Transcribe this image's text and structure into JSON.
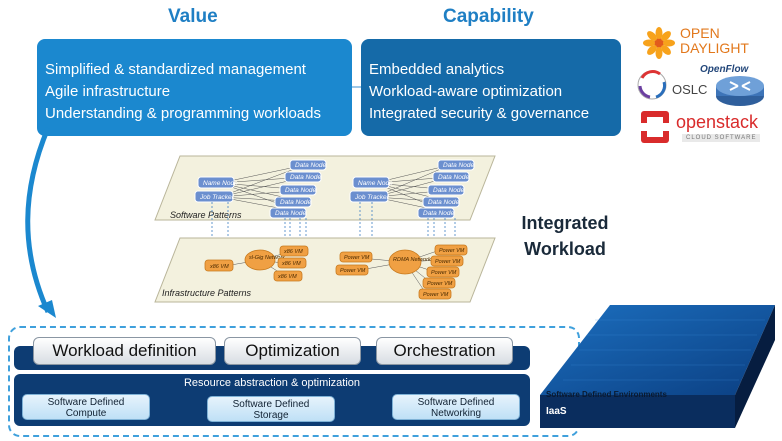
{
  "headings": {
    "value": "Value",
    "capability": "Capability"
  },
  "value_items": [
    "Simplified & standardized management",
    "Agile infrastructure",
    "Understanding & programming workloads"
  ],
  "capability_items": [
    "Embedded analytics",
    "Workload-aware optimization",
    "Integrated security & governance"
  ],
  "logos": {
    "opendaylight": [
      "OPEN",
      "DAYLIGHT"
    ],
    "openflow": "OpenFlow",
    "oslc": "OSLC",
    "openstack": "openstack",
    "openstack_sub": "CLOUD SOFTWARE"
  },
  "integrated_workload": [
    "Integrated",
    "Workload"
  ],
  "software_patterns": {
    "label": "Software Patterns",
    "left": {
      "name_node": "Name Node",
      "job_tracker": "Job Tracker",
      "data_nodes": [
        "Data Node",
        "Data Node",
        "Data Node",
        "Data Node",
        "Data Node"
      ]
    },
    "right": {
      "name_node": "Name Node",
      "job_tracker": "Job Tracker",
      "data_nodes": [
        "Data Node",
        "Data Node",
        "Data Node",
        "Data Node",
        "Data Node"
      ]
    }
  },
  "infrastructure_patterns": {
    "label": "Infrastructure Patterns",
    "left": {
      "vm_a": "x86 VM",
      "network": "sl-Gig Network",
      "vm_b": "x86 VM",
      "vm_c": "x86 VM",
      "vm_d": "x86 VM"
    },
    "right": {
      "vm_a": "Power VM",
      "vm_b": "Power VM",
      "network": "RDMA Network",
      "vms": [
        "Power VM",
        "Power VM",
        "Power VM",
        "Power VM",
        "Power VM"
      ]
    }
  },
  "stack": {
    "pills": [
      "Workload definition",
      "Optimization",
      "Orchestration"
    ],
    "resource_label": "Resource abstraction & optimization",
    "sub_pills": [
      {
        "line1": "Software Defined",
        "line2": "Compute"
      },
      {
        "line1": "Software Defined",
        "line2": "Storage"
      },
      {
        "line1": "Software Defined",
        "line2": "Networking"
      }
    ]
  },
  "sde": {
    "title": "Software Defined Environments",
    "iaas": "IaaS"
  },
  "colors": {
    "accent": "#1f7fc4",
    "value_box": "#1b88cf",
    "capability_box": "#156aa8",
    "band": "#0d3c73",
    "infra_node": "#f0a043",
    "software_node": "#6b8fcf"
  }
}
